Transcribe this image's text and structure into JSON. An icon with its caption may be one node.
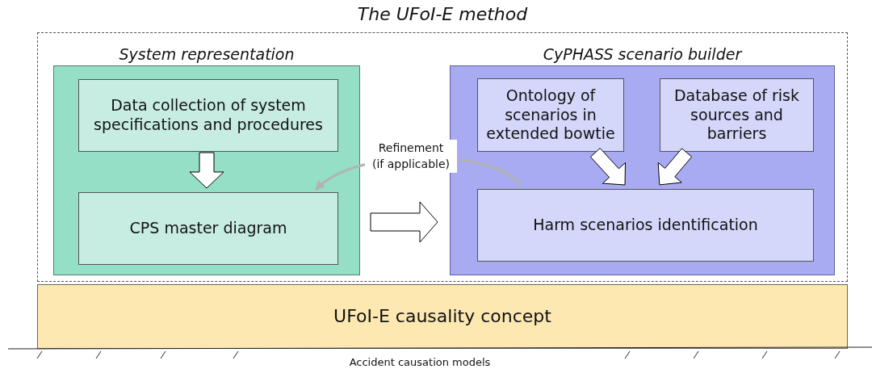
{
  "diagram": {
    "nodes": [
      {
        "text": [
          "The UFoI-E method"
        ]
      },
      {
        "text": [
          "System representation"
        ],
        "in": 0
      },
      {
        "text": [
          "Data collection of system specifications and procedures"
        ],
        "in": 1
      },
      {
        "text": [
          "CPS master diagram"
        ],
        "in": 1
      },
      {
        "text": [
          "CyPHASS scenario builder"
        ],
        "in": 0
      },
      {
        "text": [
          "Ontology of scenarios in extended bowtie"
        ],
        "in": 4
      },
      {
        "text": [
          "Database of risk sources and barriers"
        ],
        "in": 4
      },
      {
        "text": [
          "Harm scenarios identification"
        ],
        "in": 4
      },
      {
        "text": [
          "UFoI-E causality concept"
        ]
      }
    ],
    "edges": [
      {
        "from": 2,
        "to": 3,
        "arrow": "to"
      },
      {
        "from": 1,
        "to": 4,
        "arrow": "to"
      },
      {
        "from": 5,
        "to": 7,
        "arrow": "to"
      },
      {
        "from": 6,
        "to": 7,
        "arrow": "to"
      },
      {
        "from": 7,
        "to": 3,
        "arrow": "to",
        "label": "Refinement (if applicable)",
        "color": "#b3b3b3"
      }
    ],
    "labels": [
      "Accident causation models"
    ]
  }
}
